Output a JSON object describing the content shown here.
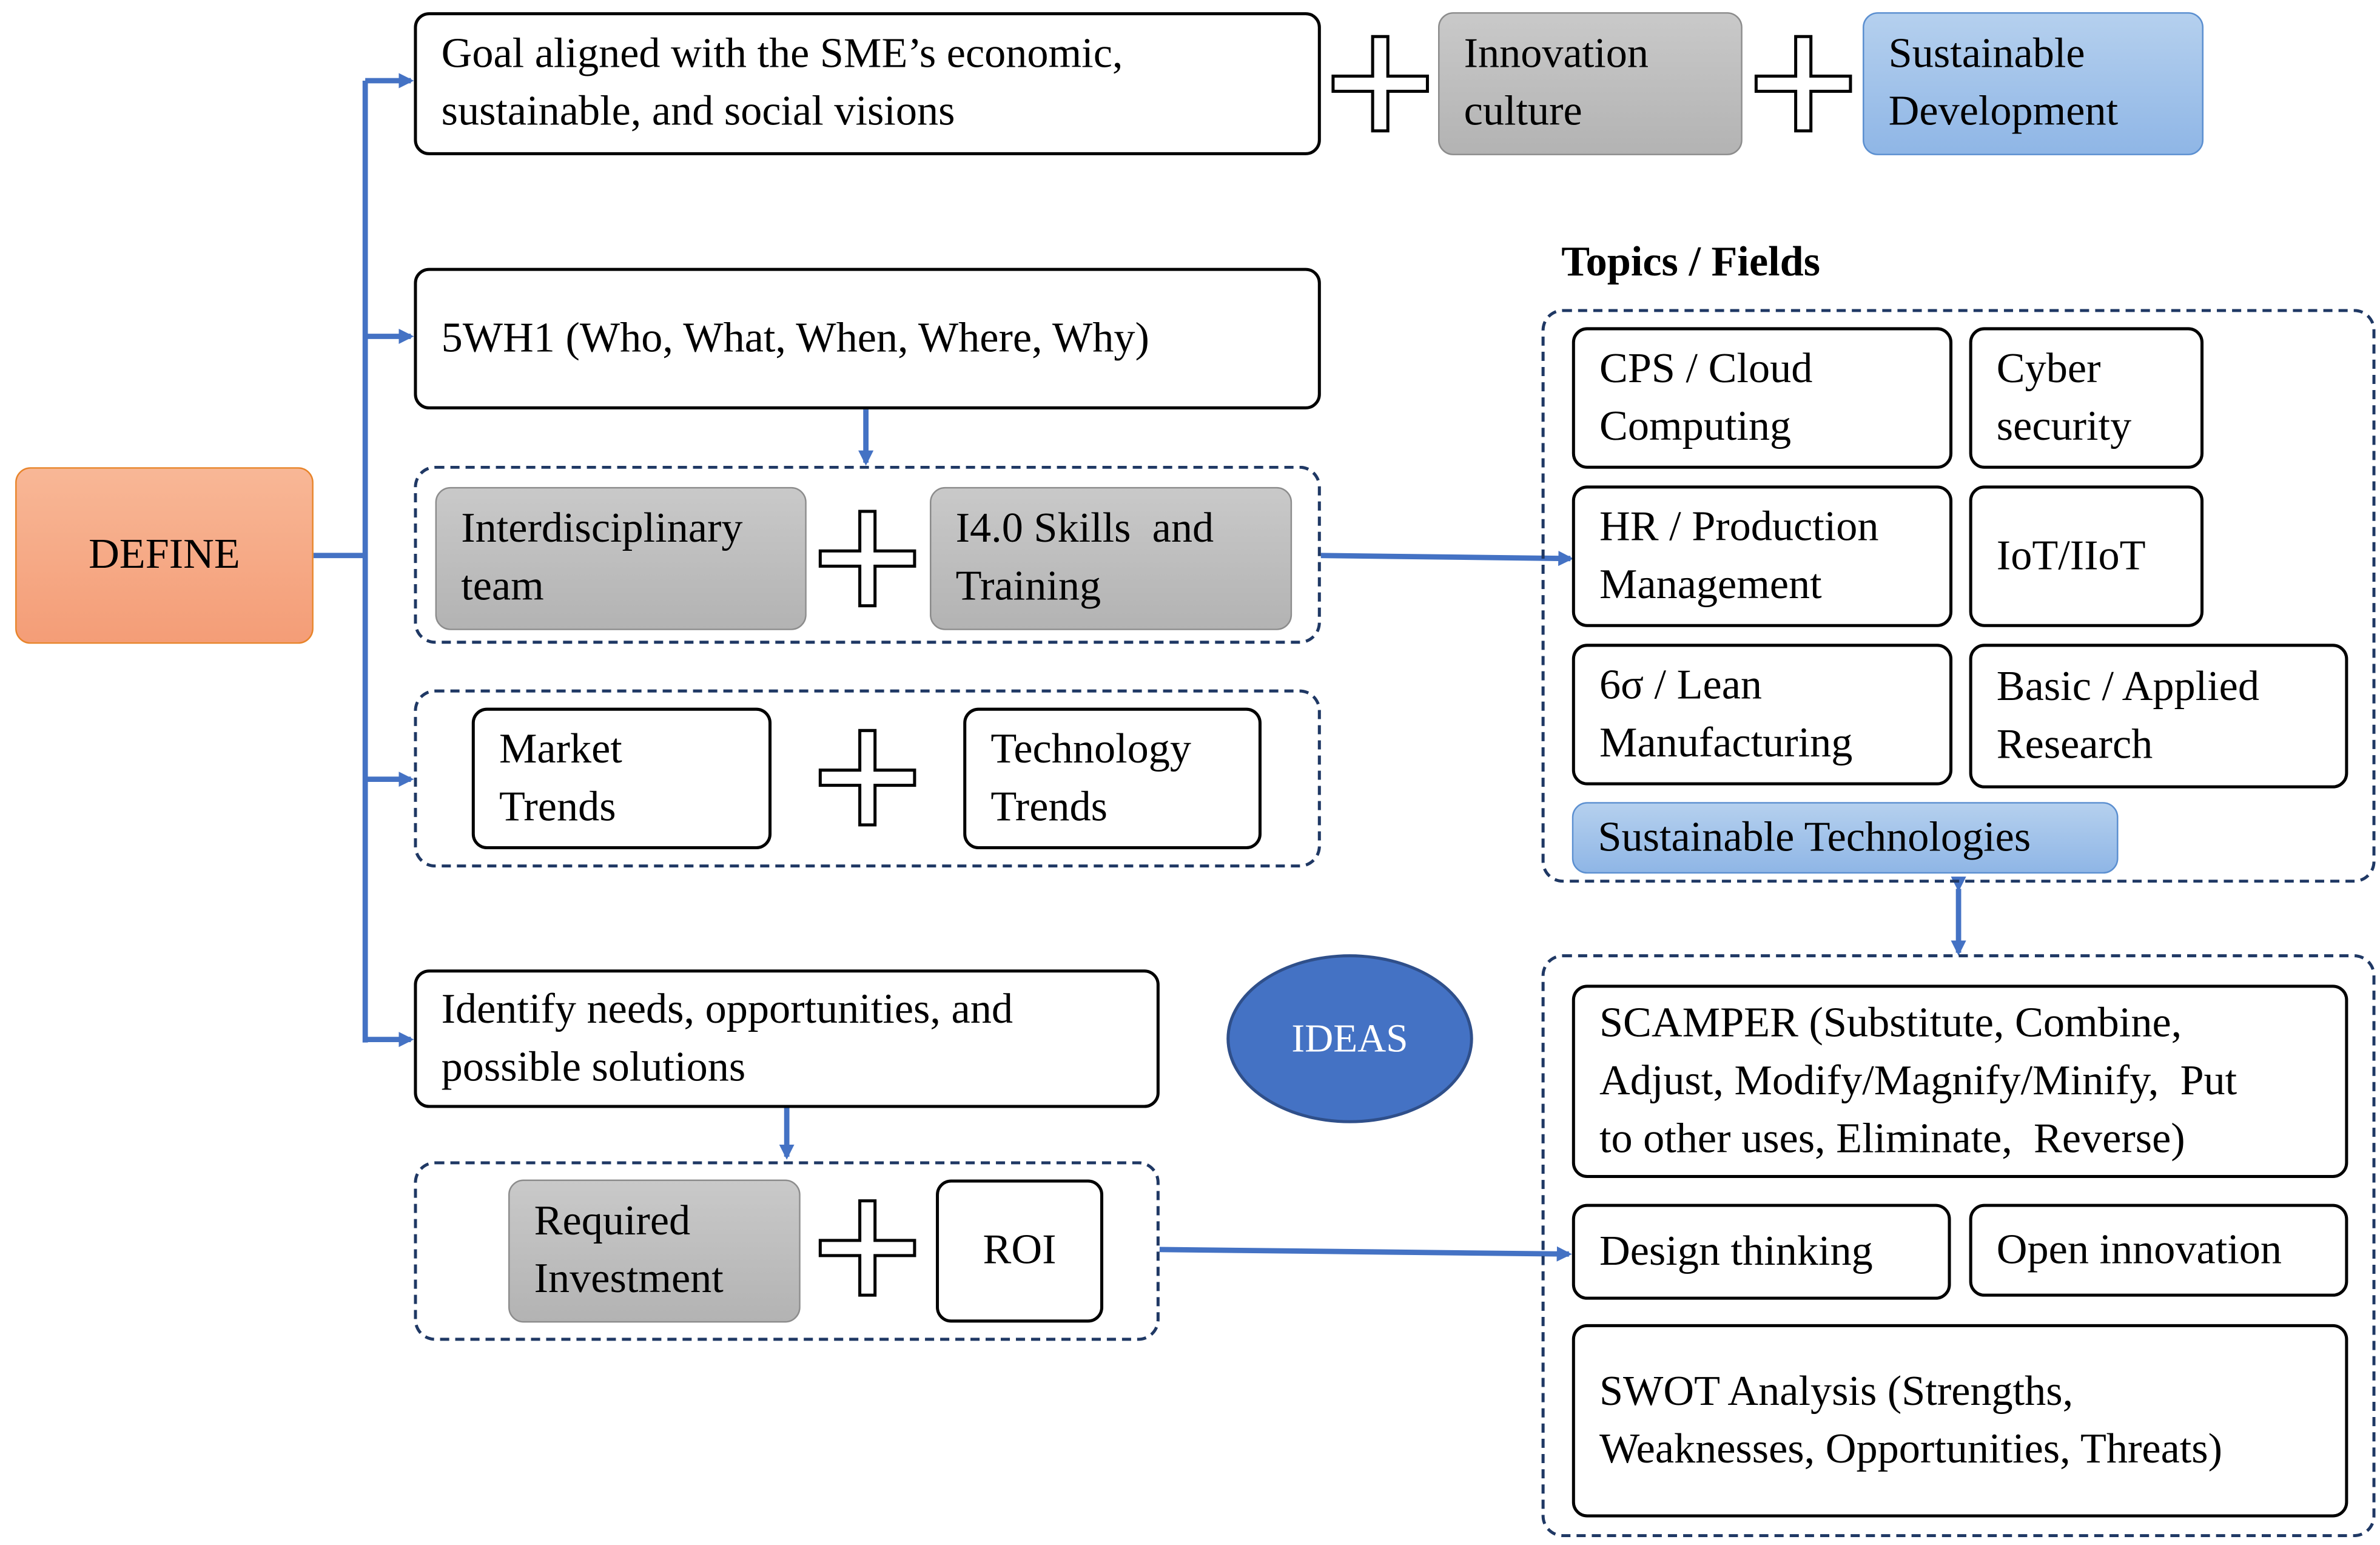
{
  "define": "DEFINE",
  "row1": {
    "goal": "Goal aligned with the SME’s economic,\nsustainable, and social visions",
    "innovation": "Innovation\nculture",
    "sustainable_dev": "Sustainable\nDevelopment"
  },
  "row2": {
    "fivewh": "5WH1 (Who, What, When, Where, Why)"
  },
  "row3": {
    "team": "Interdisciplinary\nteam",
    "skills": "I4.0 Skills  and\nTraining"
  },
  "row4": {
    "market": "Market\nTrends",
    "technology": "Technology\nTrends"
  },
  "row5": {
    "needs": "Identify needs, opportunities, and\npossible solutions"
  },
  "row6": {
    "investment": "Required\nInvestment",
    "roi": "ROI"
  },
  "ideas": "IDEAS",
  "topics": {
    "title": "Topics / Fields",
    "items": [
      "CPS / Cloud\nComputing",
      "Cyber\nsecurity",
      "HR / Production\nManagement",
      "IoT/IIoT",
      "6σ / Lean\nManufacturing",
      "Basic / Applied\nResearch",
      "Sustainable Technologies"
    ]
  },
  "methods": {
    "items": [
      "SCAMPER (Substitute, Combine,\nAdjust, Modify/Magnify/Minify,  Put\nto other uses, Eliminate,  Reverse)",
      "Design thinking",
      "Open innovation",
      "SWOT Analysis (Strengths,\nWeaknesses, Opportunities, Threats)"
    ]
  }
}
